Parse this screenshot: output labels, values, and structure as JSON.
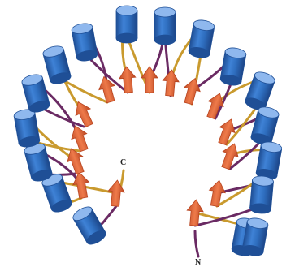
{
  "labels": {
    "c_terminus": "C",
    "n_terminus": "N"
  },
  "colors": {
    "helix_fill": "#2f6fc0",
    "helix_dark": "#1f4f96",
    "helix_light": "#8fb8ee",
    "strand_fill": "#e2643a",
    "strand_dark": "#b8441f",
    "loop_gold": "#c99a2e",
    "loop_purple": "#6a2a63",
    "background": "#ffffff"
  },
  "structure": {
    "helix_count": 17,
    "strand_count": 15
  }
}
